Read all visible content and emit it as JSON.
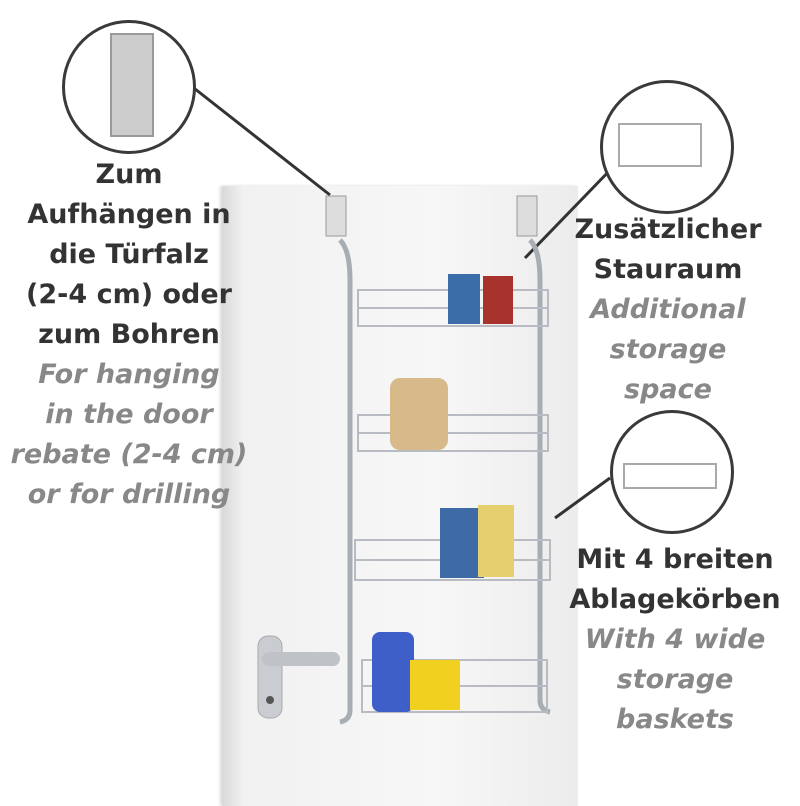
{
  "left_label": {
    "de": [
      "Zum",
      "Aufhängen in",
      "die Türfalz",
      "(2-4 cm) oder",
      "zum Bohren"
    ],
    "en": [
      "For hanging",
      "in the door",
      "rebate (2-4 cm)",
      "or for drilling"
    ]
  },
  "right_top_label": {
    "de": [
      "Zusätzlicher",
      "Stauraum"
    ],
    "en": [
      "Additional",
      "storage space"
    ]
  },
  "right_bottom_label": {
    "de": [
      "Mit 4 breiten",
      "Ablagekörben"
    ],
    "en": [
      "With 4 wide",
      "storage baskets"
    ]
  },
  "colors": {
    "heading": "#333333",
    "subtitle": "#888888",
    "rack": "#b8bcc2"
  }
}
